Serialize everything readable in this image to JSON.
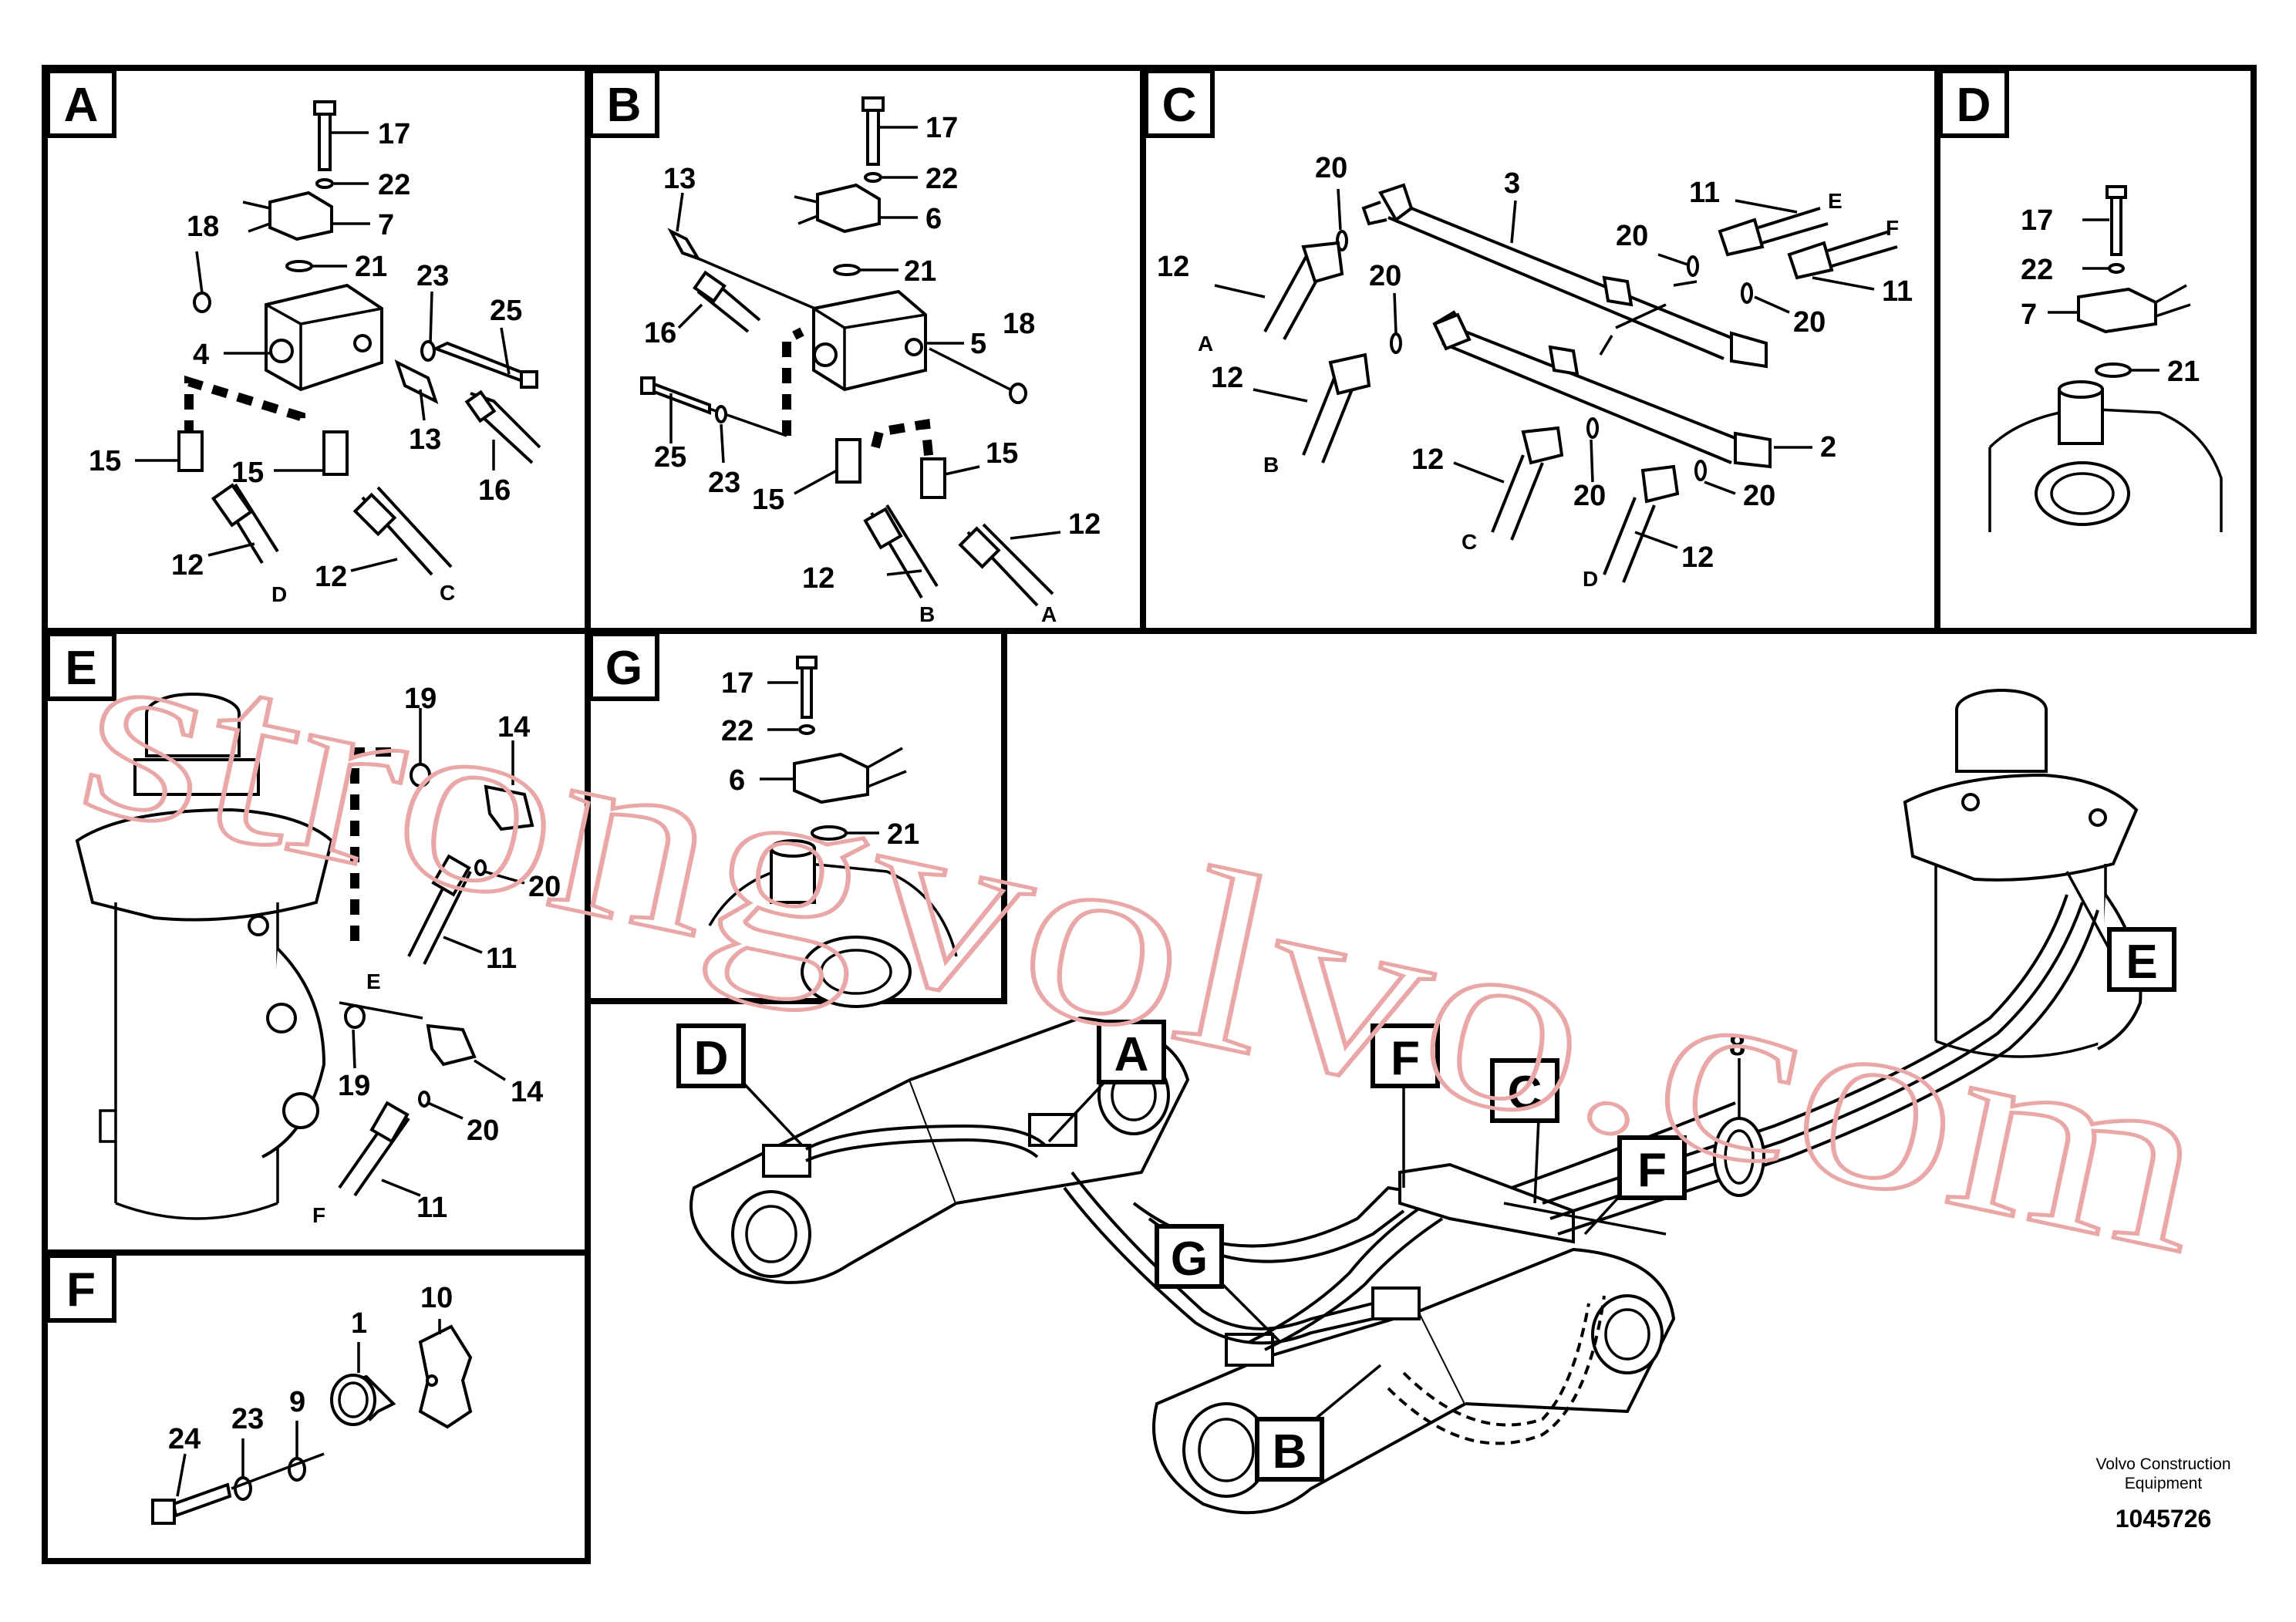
{
  "panels": {
    "A": {
      "letter": "A",
      "callouts": {
        "c17": "17",
        "c22": "22",
        "c7": "7",
        "c18": "18",
        "c21": "21",
        "c23": "23",
        "c25": "25",
        "c4": "4",
        "c13": "13",
        "c16": "16",
        "c15a": "15",
        "c15b": "15",
        "c12a": "12",
        "c12b": "12",
        "hD": "D",
        "hC": "C"
      }
    },
    "B": {
      "letter": "B",
      "callouts": {
        "c17": "17",
        "c22": "22",
        "c6": "6",
        "c13": "13",
        "c21": "21",
        "c18": "18",
        "c16": "16",
        "c5": "5",
        "c25": "25",
        "c23": "23",
        "c15a": "15",
        "c15b": "15",
        "c12a": "12",
        "c12b": "12",
        "hB": "B",
        "hA": "A"
      }
    },
    "C": {
      "letter": "C",
      "callouts": {
        "c20a": "20",
        "c3": "3",
        "c11a": "11",
        "hE": "E",
        "c12a": "12",
        "c20b": "20",
        "hF": "F",
        "hA": "A",
        "c20c": "20",
        "c11b": "11",
        "c20d": "20",
        "c12b": "12",
        "hB": "B",
        "c2": "2",
        "c12c": "12",
        "c20e": "20",
        "c20f": "20",
        "hC": "C",
        "hD": "D",
        "c12d": "12"
      }
    },
    "D": {
      "letter": "D",
      "callouts": {
        "c17": "17",
        "c22": "22",
        "c7": "7",
        "c21": "21"
      }
    },
    "E": {
      "letter": "E",
      "callouts": {
        "c19a": "19",
        "c14a": "14",
        "c20a": "20",
        "hE": "E",
        "c11a": "11",
        "c19b": "19",
        "c14b": "14",
        "c20b": "20",
        "hF": "F",
        "c11b": "11"
      }
    },
    "F": {
      "letter": "F",
      "callouts": {
        "c10": "10",
        "c1": "1",
        "c23": "23",
        "c9": "9",
        "c24": "24"
      }
    },
    "G": {
      "letter": "G",
      "callouts": {
        "c17": "17",
        "c22": "22",
        "c6": "6",
        "c21": "21"
      }
    }
  },
  "overview": {
    "tags": {
      "D": "D",
      "A": "A",
      "F_upper": "F",
      "C": "C",
      "F_lower": "F",
      "G": "G",
      "B": "B",
      "E": "E"
    },
    "c8": "8"
  },
  "watermark": "strongvolvo.com",
  "footer": {
    "company_line1": "Volvo Construction",
    "company_line2": "Equipment",
    "doc_number": "1045726"
  }
}
